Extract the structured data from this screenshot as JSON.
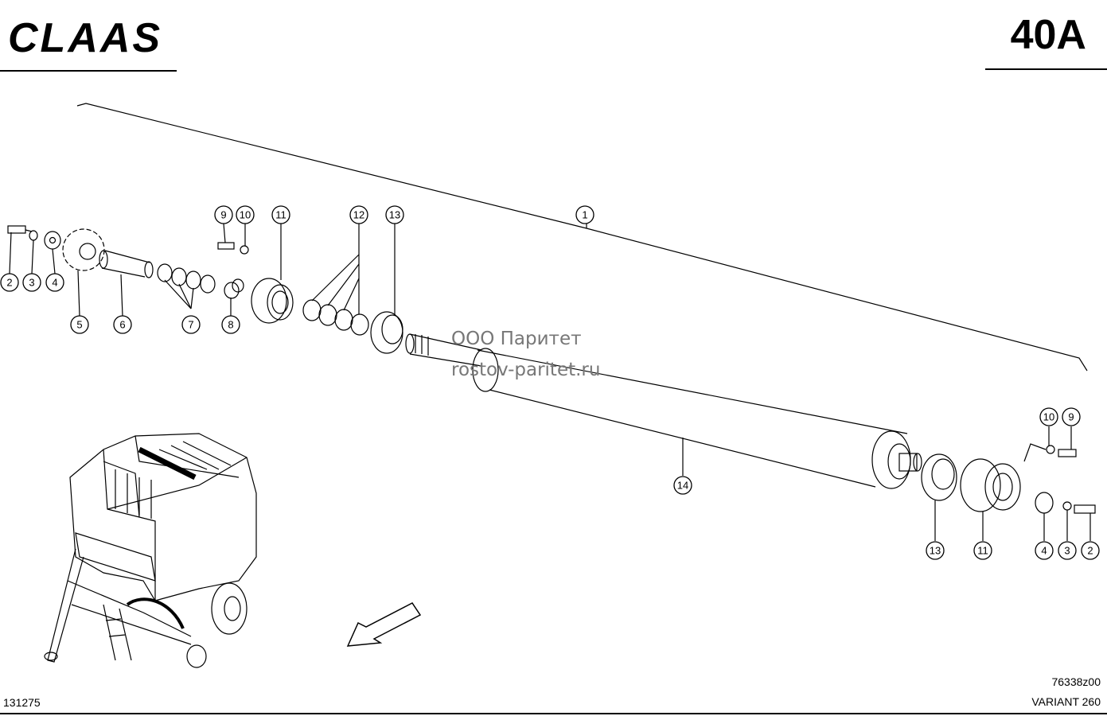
{
  "header": {
    "brand": "CLAAS",
    "page_number": "40A"
  },
  "watermark": {
    "line1": "ООО Паритет",
    "line2": "rostov-paritet.ru"
  },
  "footer": {
    "ref": "131275",
    "drawing_no": "76338z00",
    "model": "VARIANT 260"
  },
  "callouts": [
    {
      "id": "c1",
      "label": "1"
    },
    {
      "id": "c2a",
      "label": "2"
    },
    {
      "id": "c3a",
      "label": "3"
    },
    {
      "id": "c4a",
      "label": "4"
    },
    {
      "id": "c5",
      "label": "5"
    },
    {
      "id": "c6",
      "label": "6"
    },
    {
      "id": "c7",
      "label": "7"
    },
    {
      "id": "c8",
      "label": "8"
    },
    {
      "id": "c9a",
      "label": "9"
    },
    {
      "id": "c10a",
      "label": "10"
    },
    {
      "id": "c11a",
      "label": "11"
    },
    {
      "id": "c12",
      "label": "12"
    },
    {
      "id": "c13a",
      "label": "13"
    },
    {
      "id": "c14",
      "label": "14"
    },
    {
      "id": "c10b",
      "label": "10"
    },
    {
      "id": "c9b",
      "label": "9"
    },
    {
      "id": "c13b",
      "label": "13"
    },
    {
      "id": "c11b",
      "label": "11"
    },
    {
      "id": "c4b",
      "label": "4"
    },
    {
      "id": "c3b",
      "label": "3"
    },
    {
      "id": "c2b",
      "label": "2"
    }
  ]
}
